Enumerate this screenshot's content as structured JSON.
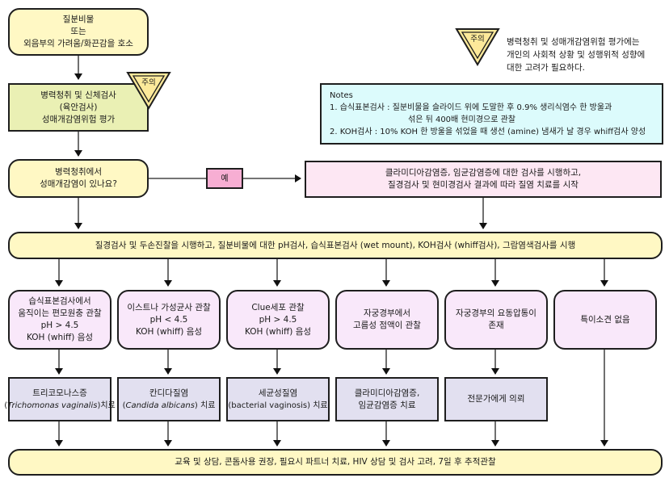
{
  "start": {
    "lines": [
      "질분비물",
      "또는",
      "외음부의 가려움/화끈감을 호소"
    ]
  },
  "history": {
    "lines": [
      "병력청취 및 신체검사",
      "(육안검사)",
      "성매개감염위험 평가"
    ]
  },
  "caution_badge_label": "주의",
  "caution_note": {
    "lines": [
      "병력청취 및 성매개감염위험 평가에는",
      "개인의 사회적 상황 및 성행위적 성향에",
      "대한 고려가 필요하다."
    ]
  },
  "notes": {
    "title": "Notes",
    "item1_label": "1. 습식표본검사 : 질분비물을 슬라이드 위에 도말한 후 0.9% 생리식염수 한 방울과",
    "item1_cont": "섞은 뒤 400배 현미경으로 관찰",
    "item2": "2. KOH검사 : 10% KOH 한 방울을 섞었을 때 생선 (amine) 냄새가 날 경우 whiff검사 양성"
  },
  "question": {
    "lines": [
      "병력청취에서",
      "성매개감염이 있나요?"
    ]
  },
  "yes_label": "예",
  "sti_test": {
    "lines": [
      "클라미디아감염증, 임균감염증에 대한 검사를 시행하고,",
      "질경검사 및 현미경검사 결과에 따라 질염 치료를 시작"
    ]
  },
  "exam": {
    "text": "질경검사 및 두손진찰을 시행하고, 질분비물에 대한 pH검사, 습식표본검사 (wet mount), KOH검사 (whiff검사), 그람염색검사를 시행"
  },
  "findings": [
    {
      "lines": [
        "습식표본검사에서",
        "움직이는 편모원충 관찰",
        "pH > 4.5",
        "KOH (whiff) 음성"
      ]
    },
    {
      "lines": [
        "이스트나 가성균사 관찰",
        "pH < 4.5",
        "KOH (whiff) 음성"
      ]
    },
    {
      "lines": [
        "Clue세포 관찰",
        "pH > 4.5",
        "KOH (whiff) 음성"
      ]
    },
    {
      "lines": [
        "자궁경부에서",
        "고름성 점액이 관찰"
      ]
    },
    {
      "lines": [
        "자궁경부의 요동압통이",
        "존재"
      ]
    },
    {
      "lines": [
        "특이소견 없음"
      ]
    }
  ],
  "treatments": [
    {
      "title": "트리코모나스증",
      "italic": "Trichomonas vaginalis",
      "suffix": ")치료",
      "prefix": "("
    },
    {
      "title": "칸디다질염",
      "italic": "Candida albicans",
      "suffix": ") 치료",
      "prefix": "("
    },
    {
      "title": "세균성질염",
      "plain": "(bacterial vaginosis) 치료"
    },
    {
      "title": "클라미디아감염증,",
      "plain": "임균감염증 치료"
    },
    {
      "title": "전문가에게 의뢰"
    }
  ],
  "final": {
    "text": "교육 및 상담, 콘돔사용 권장, 필요시 파트너 치료, HIV 상담 및 검사 고려, 7일 후 추적관찰"
  },
  "colors": {
    "start_fill": "#fff8c4",
    "history_fill": "#eaf0b4",
    "sti_fill": "#fde7f3",
    "yes_fill": "#f7aed3",
    "finding_fill": "#f9e8fa",
    "treatment_fill": "#e2e0f0",
    "notes_fill": "#dcfbfc",
    "caution_fill": "#fde99a"
  }
}
